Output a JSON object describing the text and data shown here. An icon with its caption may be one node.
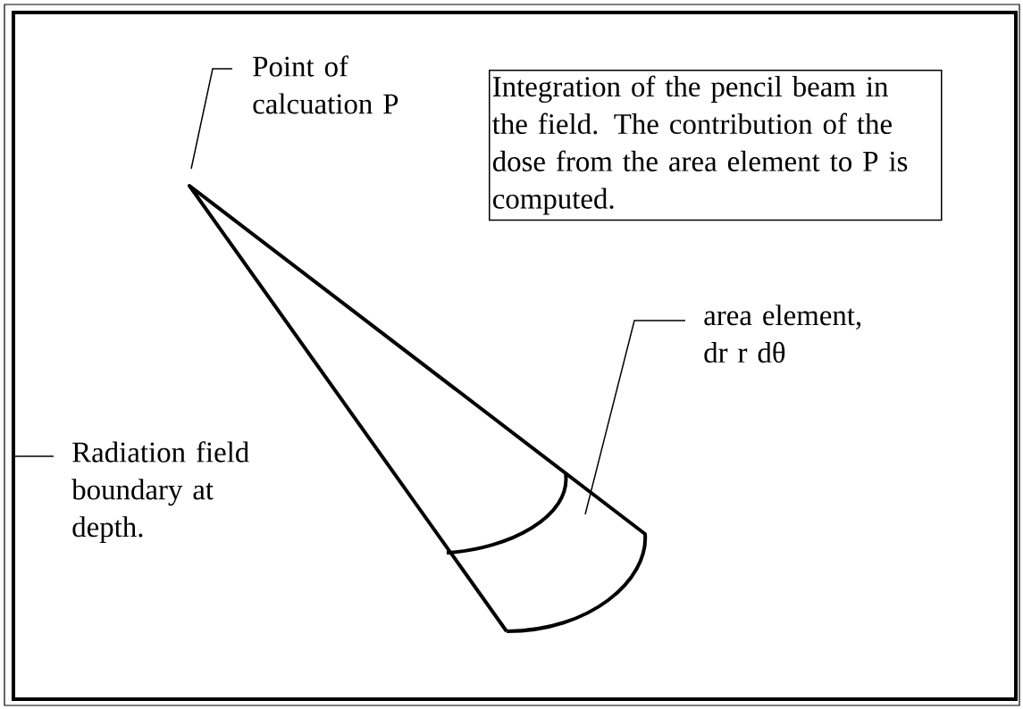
{
  "diagram": {
    "nodes": [
      {
        "text": [
          "Point of calcuation P"
        ]
      },
      {
        "text": [
          "Integration of the pencil beam in the field. The contribution of the dose from the area element to P is computed."
        ]
      },
      {
        "text": [
          "area element, dr r dθ"
        ]
      },
      {
        "text": [
          "Radiation field boundary at depth."
        ]
      }
    ],
    "edges": [
      {
        "from": 0,
        "to": null,
        "arrow": "none"
      },
      {
        "from": 2,
        "to": null,
        "arrow": "none"
      },
      {
        "from": 3,
        "to": null,
        "arrow": "none"
      }
    ]
  }
}
